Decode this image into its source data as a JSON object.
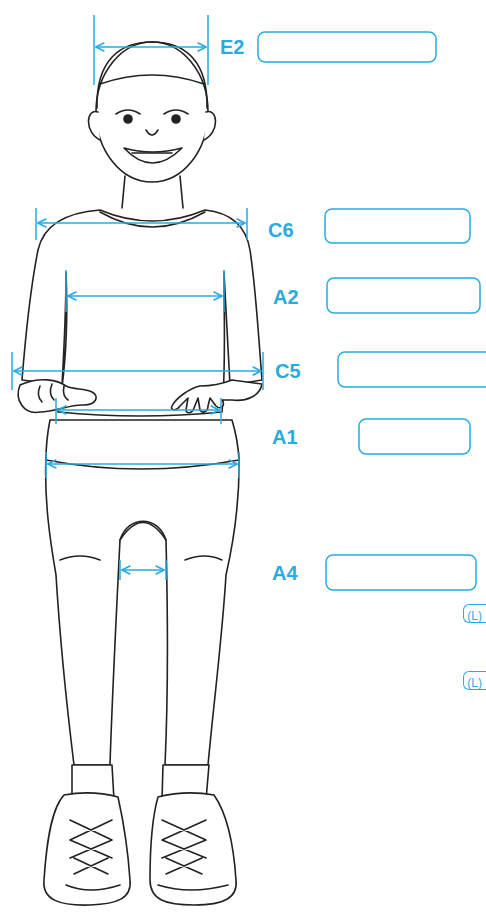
{
  "diagram": {
    "nodes": [
      {
        "text": [
          "(L)"
        ]
      },
      {
        "text": [
          "(L)"
        ]
      }
    ],
    "labels": [
      "E2",
      "C6",
      "A2",
      "C5",
      "A1",
      "A4"
    ]
  }
}
